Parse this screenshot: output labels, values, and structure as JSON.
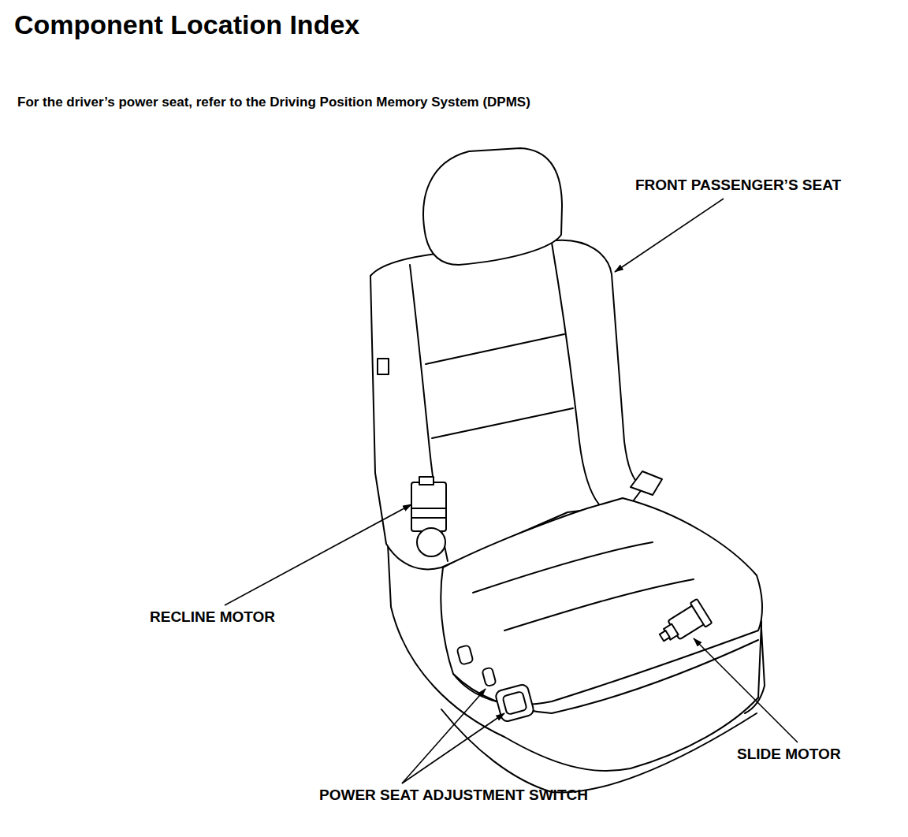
{
  "diagram": {
    "title": "Component Location Index",
    "labels": [
      "For the driver’s power seat, refer to the Driving Position Memory System (DPMS)",
      "FRONT PASSENGER’S SEAT",
      "RECLINE MOTOR",
      "SLIDE MOTOR",
      "POWER SEAT ADJUSTMENT SWITCH"
    ]
  }
}
